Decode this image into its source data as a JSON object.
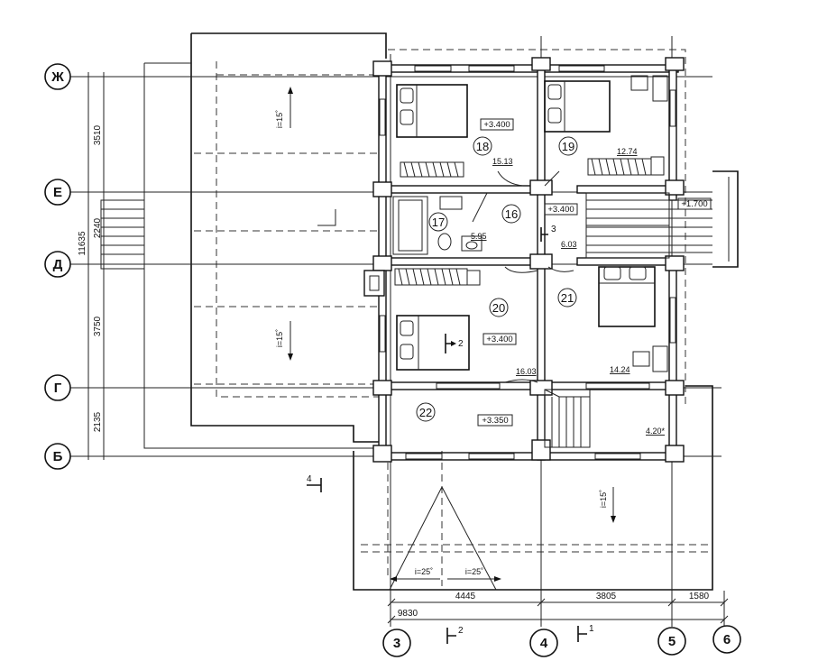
{
  "axes": {
    "rows": [
      "Ж",
      "Е",
      "Д",
      "Г",
      "Б"
    ],
    "cols": [
      "3",
      "4",
      "5",
      "6"
    ]
  },
  "dimensions": {
    "vertical": [
      "3510",
      "2240",
      "11635",
      "3750",
      "2135"
    ],
    "horizontal_top": [
      "4445",
      "3805",
      "1580"
    ],
    "horizontal_total": "9830"
  },
  "rooms": [
    {
      "number": "18",
      "area": "15.13",
      "level": "+3.400"
    },
    {
      "number": "19",
      "area": "12.74",
      "level": ""
    },
    {
      "number": "17",
      "area": "",
      "level": ""
    },
    {
      "number": "16",
      "area": "5.95",
      "level": "+3.400"
    },
    {
      "number": "20",
      "area": "16.03",
      "level": "+3.400"
    },
    {
      "number": "21",
      "area": "14.24",
      "level": ""
    },
    {
      "number": "22",
      "area": "4.20*",
      "level": "+3.350"
    }
  ],
  "annotations": {
    "stair_level": "+1.700",
    "stair_area": "6.03",
    "roof_slope_1": "i=15˚",
    "roof_slope_2": "i=15˚",
    "roof_slope_3": "i=15˚",
    "slope_left": "i=25˚",
    "slope_right": "i=25˚"
  },
  "section_marks": {
    "s2_room": "2",
    "s3": "3",
    "s4": "4",
    "s2_bottom": "2",
    "s1_bottom": "1"
  }
}
